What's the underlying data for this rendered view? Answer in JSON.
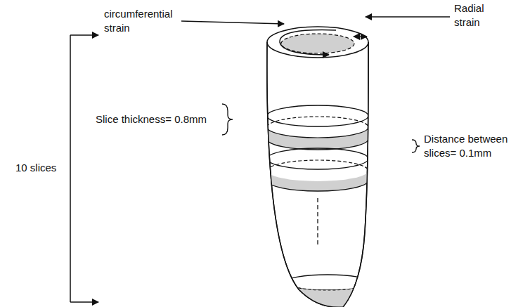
{
  "diagram": {
    "labels": [
      "circumferential strain",
      "Radial strain",
      "Slice thickness= 0.8mm",
      "Distance between slices= 0.1mm",
      "10 slices"
    ]
  }
}
